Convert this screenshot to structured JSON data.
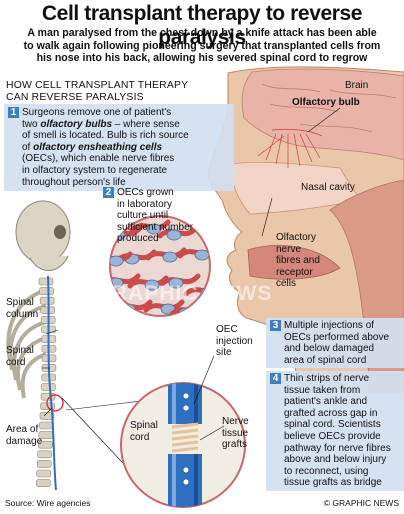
{
  "header": {
    "title": "Cell transplant therapy to reverse paralysis",
    "intro_lines": [
      "A man paralysed from the chest down by a knife attack has been able",
      "to walk again following pioneering surgery that transplanted cells from",
      "his nose into his back, allowing his severed spinal cord to regrow"
    ],
    "subhead_lines": [
      "HOW CELL TRANSPLANT THERAPY",
      "CAN REVERSE PARALYSIS"
    ]
  },
  "steps": [
    {
      "number": "1",
      "lines": [
        "Surgeons remove one of patient's",
        "two ",
        "olfactory bulbs",
        " – where sense",
        "of smell is located. Bulb is rich source",
        "of ",
        "olfactory ensheathing cells",
        "(OECs), which enable nerve fibres",
        "in olfactory system to regenerate",
        "throughout person's life"
      ]
    },
    {
      "number": "2",
      "lines": [
        "OECs grown",
        "in laboratory",
        "culture until",
        "sufficient number",
        "produced"
      ]
    },
    {
      "number": "3",
      "lines": [
        "Multiple injections of",
        "OECs performed above",
        "and below damaged",
        "area of spinal cord"
      ]
    },
    {
      "number": "4",
      "lines": [
        "Thin strips of nerve",
        "tissue taken from",
        "patient's ankle and",
        "grafted across gap in",
        "spinal cord. Scientists",
        "believe OECs provide",
        "pathway for nerve fibres",
        "above and below injury",
        "to reconnect, using",
        "tissue grafts as bridge"
      ]
    }
  ],
  "labels": {
    "brain": "Brain",
    "olfactory_bulb": "Olfactory bulb",
    "nasal_cavity": "Nasal cavity",
    "olfactory_nerve": [
      "Olfactory",
      "nerve",
      "fibres and",
      "receptor",
      "cells"
    ],
    "spinal_column": [
      "Spinal",
      "column"
    ],
    "spinal_cord_left": [
      "Spinal",
      "cord"
    ],
    "area_damage": [
      "Area of",
      "damage"
    ],
    "oec_injection": [
      "OEC",
      "injection",
      "site"
    ],
    "spinal_cord_inset": [
      "Spinal",
      "cord"
    ],
    "nerve_grafts": [
      "Nerve",
      "tissue",
      "grafts"
    ]
  },
  "footer": {
    "source": "Source: Wire agencies",
    "credit": "© GRAPHIC NEWS"
  },
  "watermark": "RAPHIC NEWS",
  "colors": {
    "accent": "#3f7fc0",
    "box_bg": "#d2e0f0",
    "tissue": "#e3a08c",
    "bone": "#d9d2c2",
    "cord": "#2f6fc0"
  }
}
